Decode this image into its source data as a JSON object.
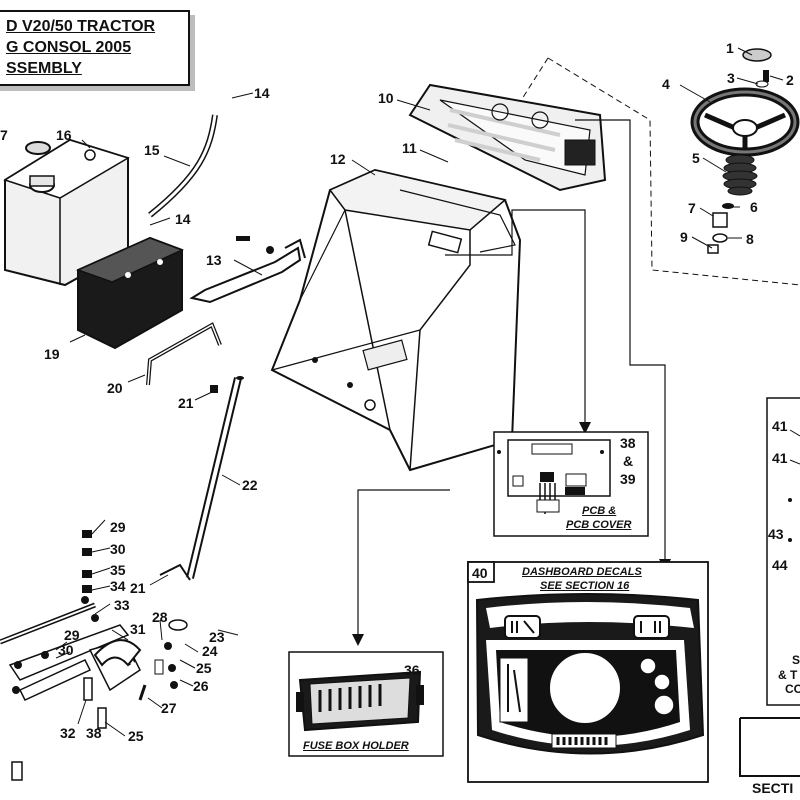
{
  "title": {
    "lines": [
      "D V20/50  TRACTOR",
      "G CONSOL 2005",
      "SSEMBLY"
    ]
  },
  "callouts": {
    "c1": "1",
    "c2": "2",
    "c3": "3",
    "c4": "4",
    "c5": "5",
    "c6": "6",
    "c7": "7",
    "c8": "8",
    "c9": "9",
    "c10": "10",
    "c11": "11",
    "c12": "12",
    "c13": "13",
    "c14a": "14",
    "c14b": "14",
    "c15": "15",
    "c16": "16",
    "c17": "7",
    "c19": "19",
    "c20": "20",
    "c21a": "21",
    "c21b": "21",
    "c22": "22",
    "c23": "23",
    "c24": "24",
    "c25a": "25",
    "c25b": "25",
    "c26": "26",
    "c27": "27",
    "c28": "28",
    "c29a": "29",
    "c29b": "29",
    "c30a": "30",
    "c30b": "30",
    "c31": "31",
    "c32": "32",
    "c33": "33",
    "c34": "34",
    "c35": "35",
    "c36": "36",
    "c38b": "38",
    "c41a": "41",
    "c41b": "41",
    "c43": "43",
    "c44": "44"
  },
  "pcb_box": {
    "num_top": "38",
    "amp": "&",
    "num_bottom": "39",
    "caption_line1": "PCB &",
    "caption_line2": "PCB COVER"
  },
  "decals_box": {
    "number": "40",
    "caption_line1": "DASHBOARD DECALS",
    "caption_line2": "SEE SECTION 16"
  },
  "fuse_box": {
    "caption": "FUSE BOX HOLDER"
  },
  "right_fragments": {
    "frag_a": "S",
    "frag_b": "& T",
    "frag_c": "CO",
    "section_label": "SECTI"
  }
}
